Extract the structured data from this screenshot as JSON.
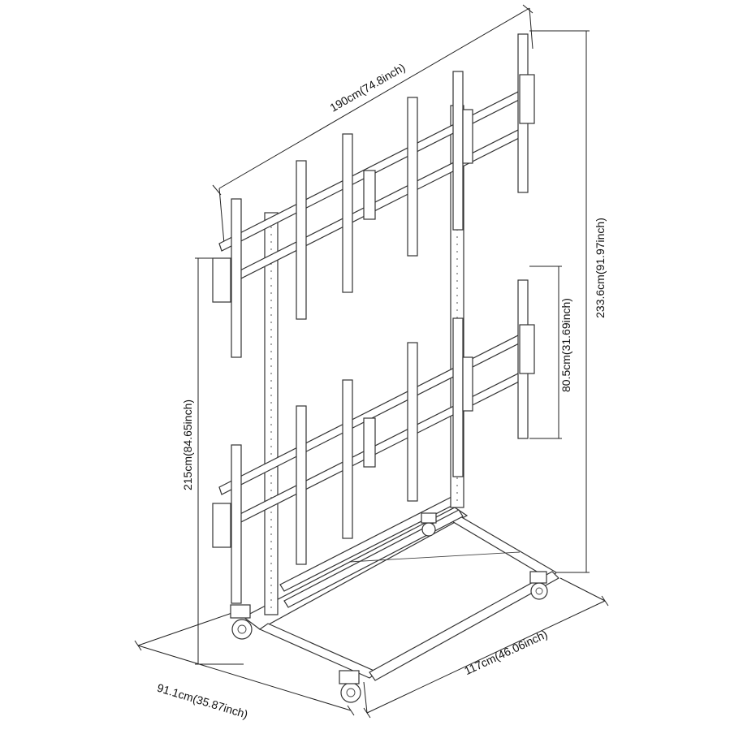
{
  "diagram": {
    "dimensions": {
      "width": "190cm(74.8inch)",
      "height_total": "233.6cm(91.97inch)",
      "height_frame": "215cm(84.65inch)",
      "panel_height": "80.5cm(31.69inch)",
      "base_length": "117cm(46.06inch)",
      "base_depth": "91.1cm(35.87inch)"
    }
  }
}
